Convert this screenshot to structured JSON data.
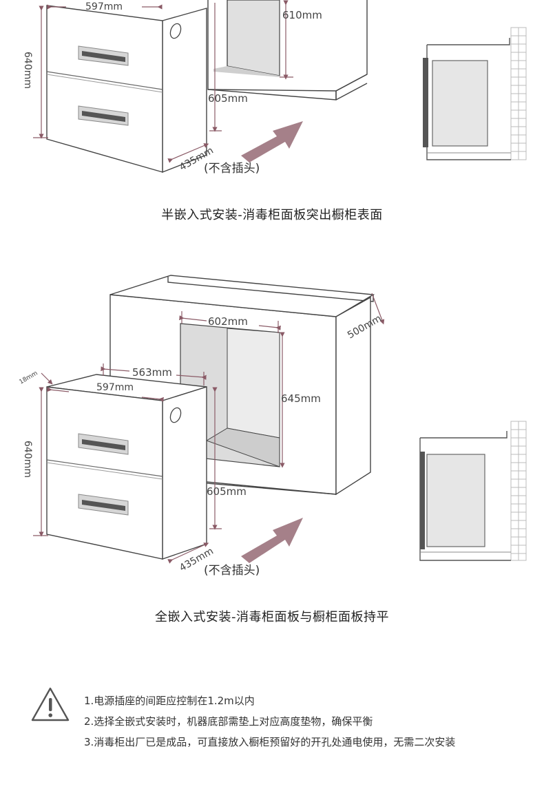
{
  "section1": {
    "caption": "半嵌入式安装-消毒柜面板突出橱柜表面",
    "dims": {
      "width_597": "597mm",
      "height_640": "640mm",
      "depth_610": "610mm",
      "height_605": "605mm",
      "depth_435": "435mm",
      "plug_note": "(不含插头)"
    }
  },
  "section2": {
    "caption": "全嵌入式安装-消毒柜面板与橱柜面板持平",
    "dims": {
      "width_602": "602mm",
      "depth_500": "500mm",
      "width_563": "563mm",
      "gap_18": "18mm",
      "width_597": "597mm",
      "height_645": "645mm",
      "height_640": "640mm",
      "height_605": "605mm",
      "depth_435": "435mm",
      "plug_note": "(不含插头)"
    }
  },
  "notes": [
    "1.电源插座的间距应控制在1.2m以内",
    "2.选择全嵌式安装时，机器底部需垫上对应高度垫物，确保平衡",
    "3.消毒柜出厂已是成品，可直接放入橱柜预留好的开孔处通电使用，无需二次安装"
  ],
  "colors": {
    "dimension_line": "#8a5a66",
    "arrow": "#a58089",
    "outline": "#444444",
    "cavity": "#dddddd"
  }
}
